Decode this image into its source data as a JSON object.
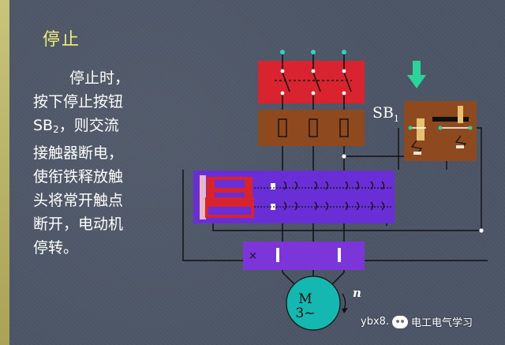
{
  "slide": {
    "title": "停止",
    "body_lines": [
      "停止时，",
      "按下停止按钮",
      "SB",
      "，则交流",
      "接触器断电，",
      "使衔铁释放触",
      "头将常开触点",
      "断开，电动机",
      "停转。"
    ],
    "sb2_subscript": "2"
  },
  "diagram": {
    "button_label": "SB",
    "button_subscript": "1",
    "motor_label_line1": "M",
    "motor_label_line2": "3~",
    "rotation_label": "n",
    "colors": {
      "background": "#4c5566",
      "breaker": "#d9232f",
      "fuse": "#8e4a1e",
      "contactor": "#6a2ed6",
      "relay": "#7b35d8",
      "motor": "#15b8b0",
      "arrow": "#2bd49a",
      "coil": "#d8232f"
    }
  },
  "watermark": {
    "left": "ybx8.",
    "right": "电工电气学习"
  }
}
